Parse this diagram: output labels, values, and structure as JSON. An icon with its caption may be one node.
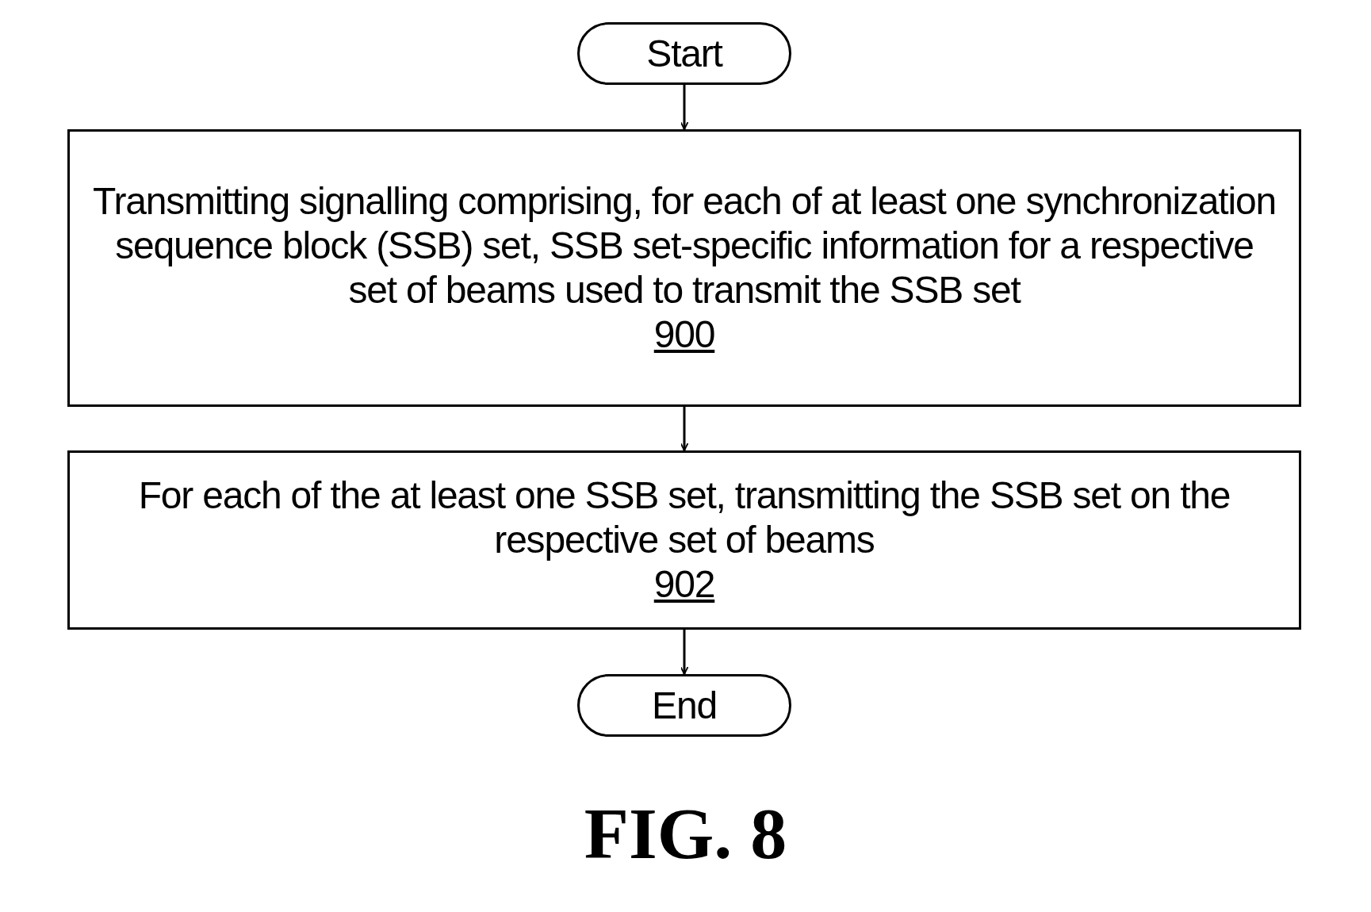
{
  "diagram": {
    "caption": "FIG. 8",
    "nodes": [
      {
        "text": [
          "Start"
        ]
      },
      {
        "text": [
          "Transmitting signalling comprising, for each of at least one synchronization sequence block (SSB) set, SSB set-specific information for a respective set of beams used to transmit the SSB set",
          "900"
        ]
      },
      {
        "text": [
          "For each of the at least one SSB set, transmitting the SSB set on the respective set of beams",
          "902"
        ]
      },
      {
        "text": [
          "End"
        ]
      }
    ],
    "edges": [
      {
        "from": 0,
        "to": 1,
        "arrow": "to"
      },
      {
        "from": 1,
        "to": 2,
        "arrow": "to"
      },
      {
        "from": 2,
        "to": 3,
        "arrow": "to"
      }
    ]
  }
}
